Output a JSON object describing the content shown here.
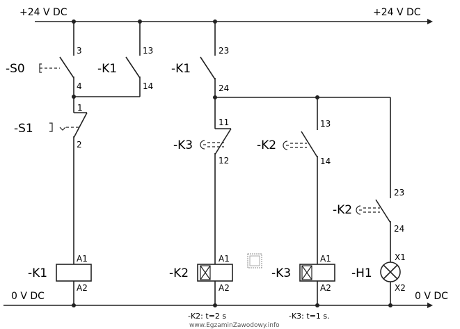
{
  "rails": {
    "top_left": "+24 V DC",
    "top_right": "+24 V DC",
    "bottom_left": "0 V DC",
    "bottom_right": "0 V DC"
  },
  "components": {
    "S0": {
      "label": "-S0",
      "pin_a": "3",
      "pin_b": "4"
    },
    "K1_contact": {
      "label": "-K1",
      "pin_a": "13",
      "pin_b": "14"
    },
    "K1_contact2": {
      "label": "-K1",
      "pin_a": "23",
      "pin_b": "24"
    },
    "S1": {
      "label": "-S1",
      "pin_a": "1",
      "pin_b": "2"
    },
    "K3_contact": {
      "label": "-K3",
      "pin_a": "11",
      "pin_b": "12"
    },
    "K2_contact": {
      "label": "-K2",
      "pin_a": "13",
      "pin_b": "14"
    },
    "K2_contact2": {
      "label": "-K2",
      "pin_a": "23",
      "pin_b": "24"
    },
    "K1_coil": {
      "label": "-K1",
      "pin_a": "A1",
      "pin_b": "A2"
    },
    "K2_coil": {
      "label": "-K2",
      "pin_a": "A1",
      "pin_b": "A2",
      "timing": "-K2: t=2 s"
    },
    "K3_coil": {
      "label": "-K3",
      "pin_a": "A1",
      "pin_b": "A2",
      "timing": "-K3: t=1 s."
    },
    "H1": {
      "label": "-H1",
      "pin_a": "X1",
      "pin_b": "X2"
    }
  },
  "watermark": "www.EgzaminZawodowy.info"
}
